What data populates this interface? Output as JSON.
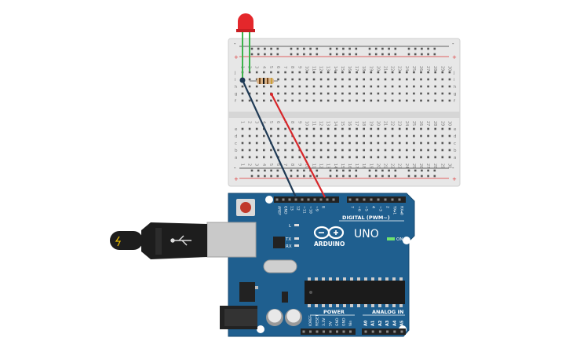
{
  "breadboard": {
    "row_letters_top": [
      "j",
      "i",
      "h",
      "g",
      "f"
    ],
    "row_letters_bottom": [
      "e",
      "d",
      "c",
      "b",
      "a"
    ],
    "rail_minus": "-",
    "rail_plus": "+",
    "column_numbers": [
      "1",
      "2",
      "3",
      "4",
      "5",
      "6",
      "7",
      "8",
      "9",
      "10",
      "11",
      "12",
      "13",
      "14",
      "15",
      "16",
      "17",
      "18",
      "19",
      "20",
      "21",
      "22",
      "23",
      "24",
      "25",
      "26",
      "27",
      "28",
      "29",
      "30"
    ]
  },
  "arduino": {
    "brand_text": "ARDUINO",
    "model_text": "UNO",
    "on_label": "ON",
    "l_label": "L",
    "tx_label": "TX",
    "rx_label": "RX",
    "digital_header_label": "DIGITAL (PWM~)",
    "power_header_label": "POWER",
    "analog_header_label": "ANALOG IN",
    "digital_pins": [
      "AREF",
      "GND",
      "13",
      "12",
      "~11",
      "~10",
      "~9",
      "8",
      "7",
      "~6",
      "~5",
      "4",
      "~3",
      "2",
      "TX▸1",
      "RX◂0"
    ],
    "power_pins": [
      "IOREF",
      "RESET",
      "3.3V",
      "5V",
      "GND",
      "GND",
      "Vin"
    ],
    "analog_pins": [
      "A0",
      "A1",
      "A2",
      "A3",
      "A4",
      "A5"
    ]
  },
  "wires": {
    "signal_color": "#d7262a",
    "ground_color": "#1f3a55",
    "led_leg_color": "#3cb34a"
  },
  "colors": {
    "board_blue": "#1f5f8f",
    "breadboard_bg": "#e9e9e9",
    "rail_red": "#d33",
    "rail_blue": "#333"
  }
}
